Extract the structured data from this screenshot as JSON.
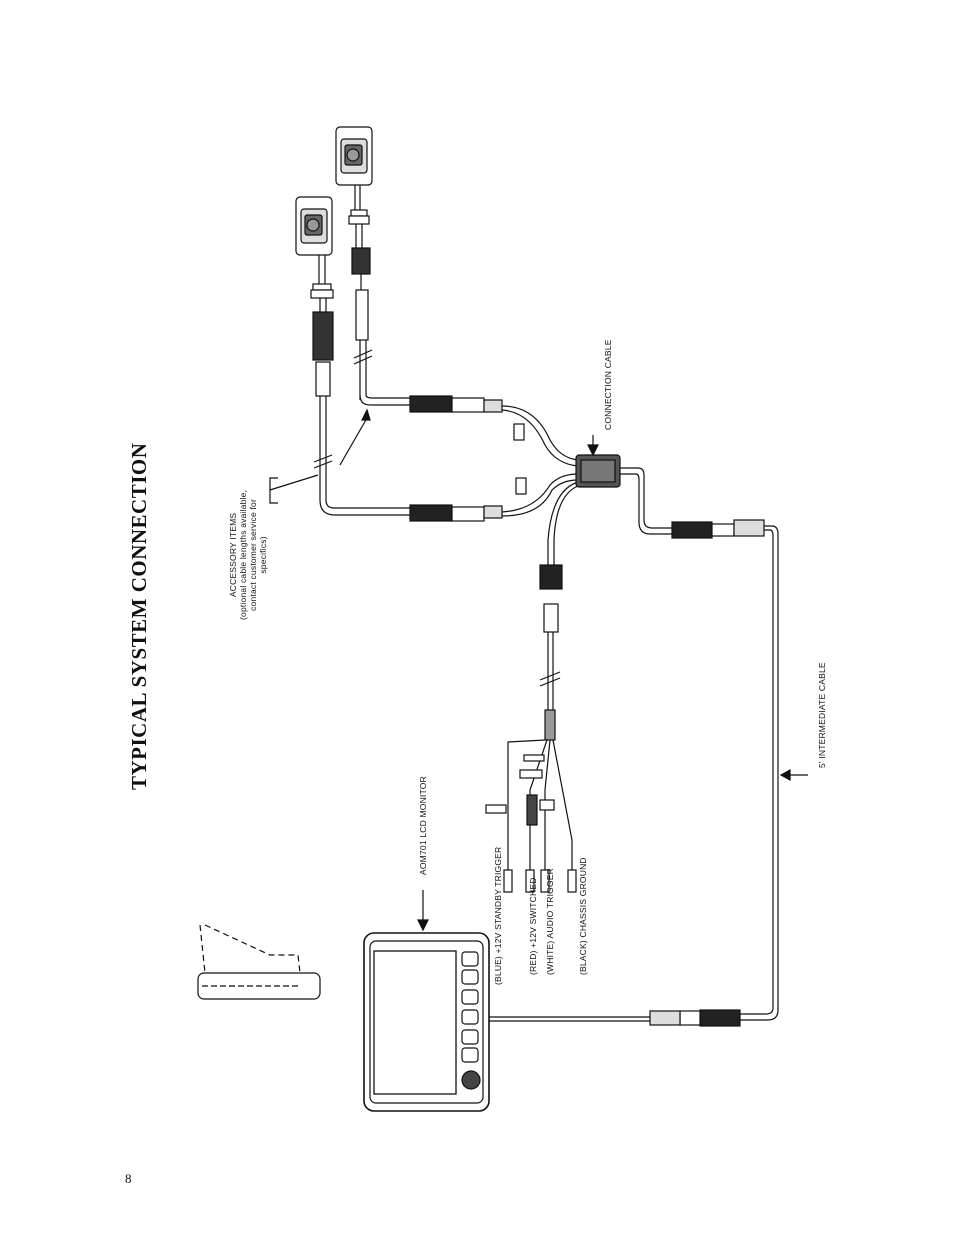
{
  "title": "TYPICAL SYSTEM  CONNECTION",
  "page_number": "8",
  "labels": {
    "accessory_items_line1": "ACCESSORY ITEMS",
    "accessory_items_line2": "(optional cable lengths available,",
    "accessory_items_line3": "contact customer service for",
    "accessory_items_line4": "specifics)",
    "connection_cable": "CONNECTION CABLE",
    "intermediate_cable": "5' INTERMEDIATE CABLE",
    "monitor": "AOM701 LCD MONITOR",
    "blue_wire": "(BLUE) +12V STANDBY TRIGGER",
    "red_wire": "(RED)  +12V SWITCHED",
    "white_wire": "(WHITE) AUDIO TRIGGER",
    "black_wire": "(BLACK) CHASSIS GROUND"
  }
}
